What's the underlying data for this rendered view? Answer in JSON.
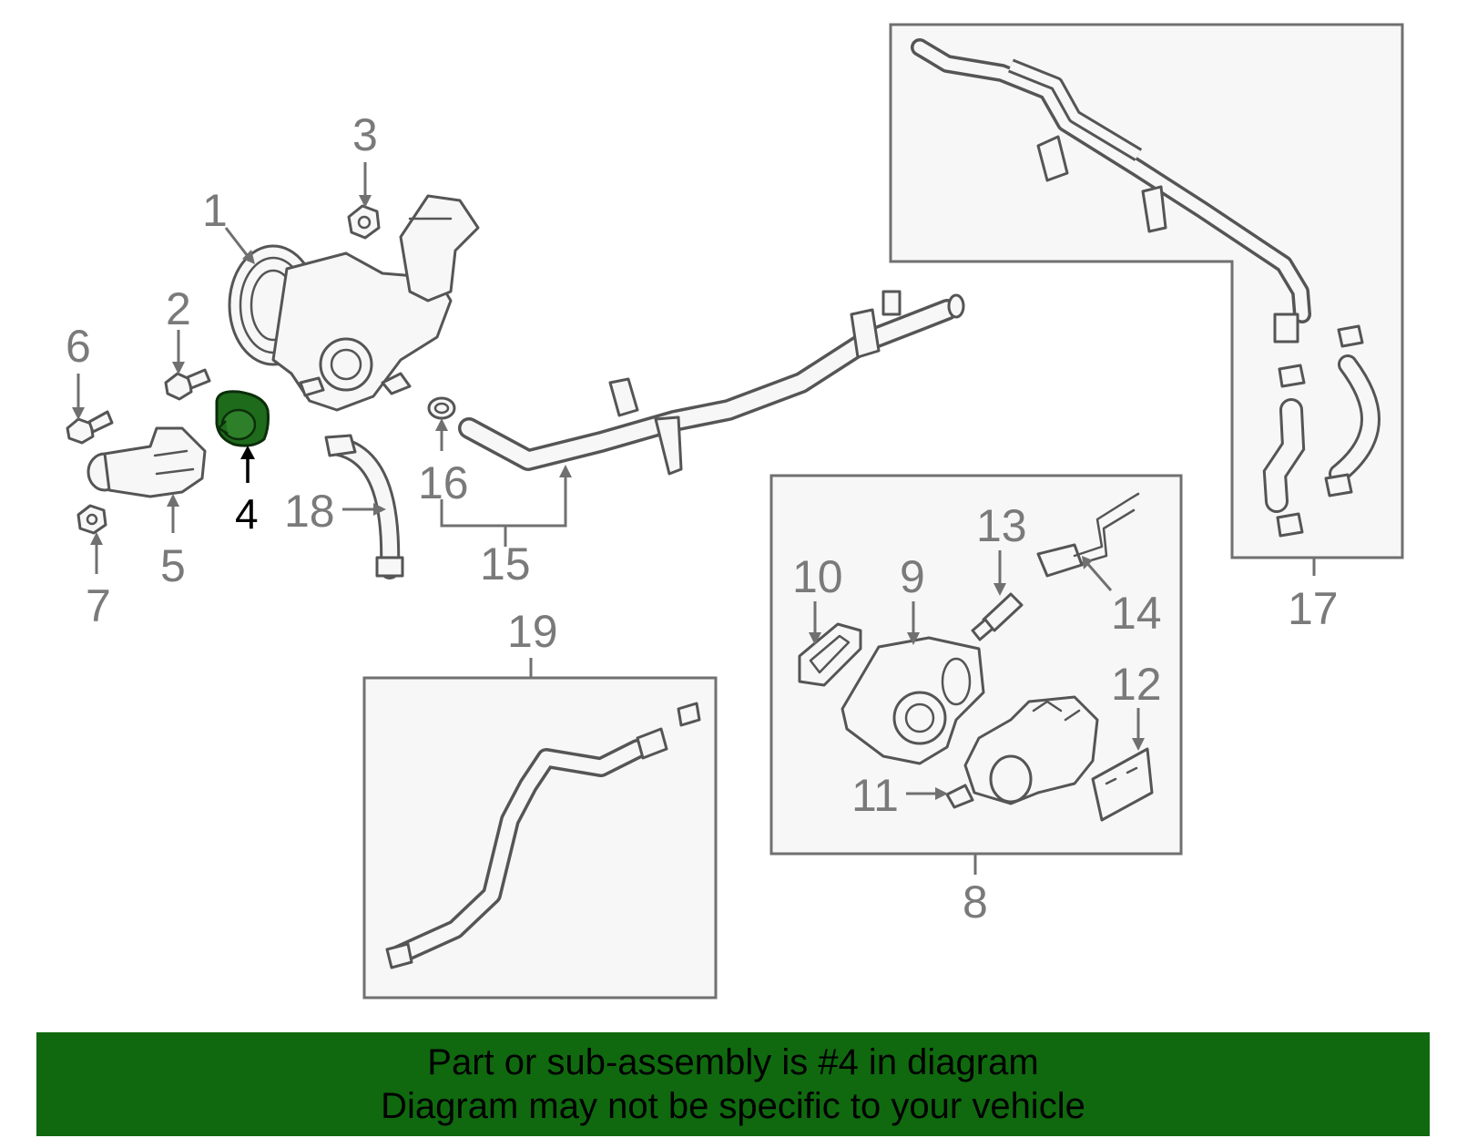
{
  "callouts": {
    "c1": "1",
    "c2": "2",
    "c3": "3",
    "c4": "4",
    "c5": "5",
    "c6": "6",
    "c7": "7",
    "c8": "8",
    "c9": "9",
    "c10": "10",
    "c11": "11",
    "c12": "12",
    "c13": "13",
    "c14": "14",
    "c15": "15",
    "c16": "16",
    "c17": "17",
    "c18": "18",
    "c19": "19"
  },
  "highlight": {
    "part_number": "4",
    "color": "#1f6b1c"
  },
  "banner": {
    "line1": "Part or sub-assembly is #4 in diagram",
    "line2": "Diagram may not be specific to your vehicle",
    "color": "#10690f"
  }
}
